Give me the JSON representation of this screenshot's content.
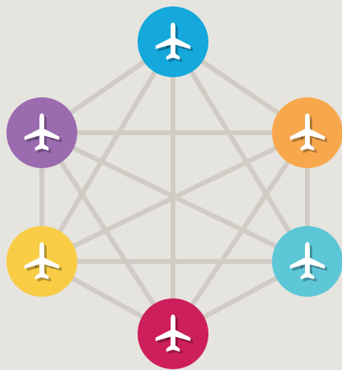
{
  "diagram": {
    "type": "complete-graph",
    "background": "#e6e4df",
    "edge_color": "#d0cbc4",
    "nodes": [
      {
        "id": "top",
        "icon": "airplane-icon",
        "color": "#14a8dc"
      },
      {
        "id": "upper-left",
        "icon": "airplane-icon",
        "color": "#9b6bb0"
      },
      {
        "id": "upper-right",
        "icon": "airplane-icon",
        "color": "#f7a84d"
      },
      {
        "id": "lower-left",
        "icon": "airplane-icon",
        "color": "#f8cc45"
      },
      {
        "id": "lower-right",
        "icon": "airplane-icon",
        "color": "#5dc7d8"
      },
      {
        "id": "bottom",
        "icon": "airplane-icon",
        "color": "#cc1f5b"
      }
    ],
    "edges": "all-pairs"
  }
}
